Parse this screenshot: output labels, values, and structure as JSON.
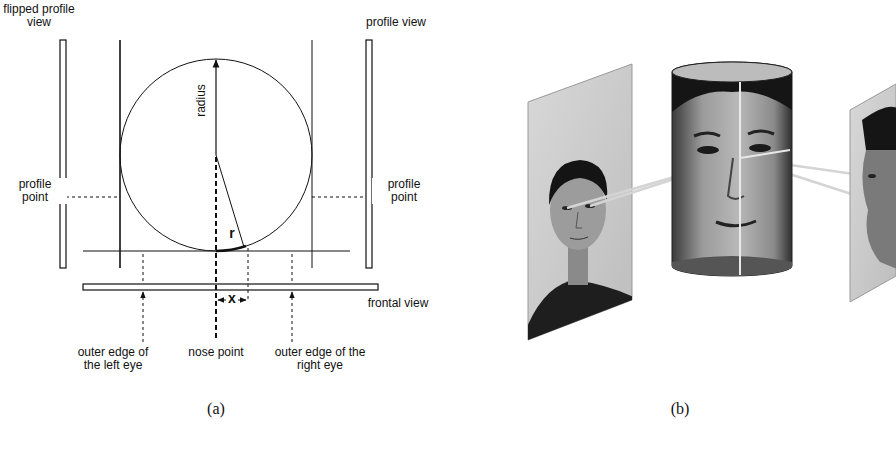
{
  "diagram": {
    "labels": [
      "flipped profile view",
      "profile view",
      "radius",
      "profile point",
      "profile point",
      "r",
      "frontal view",
      "x",
      "outer edge of the left eye",
      "nose point",
      "outer edge of the right eye",
      "(a)",
      "(b)"
    ]
  }
}
